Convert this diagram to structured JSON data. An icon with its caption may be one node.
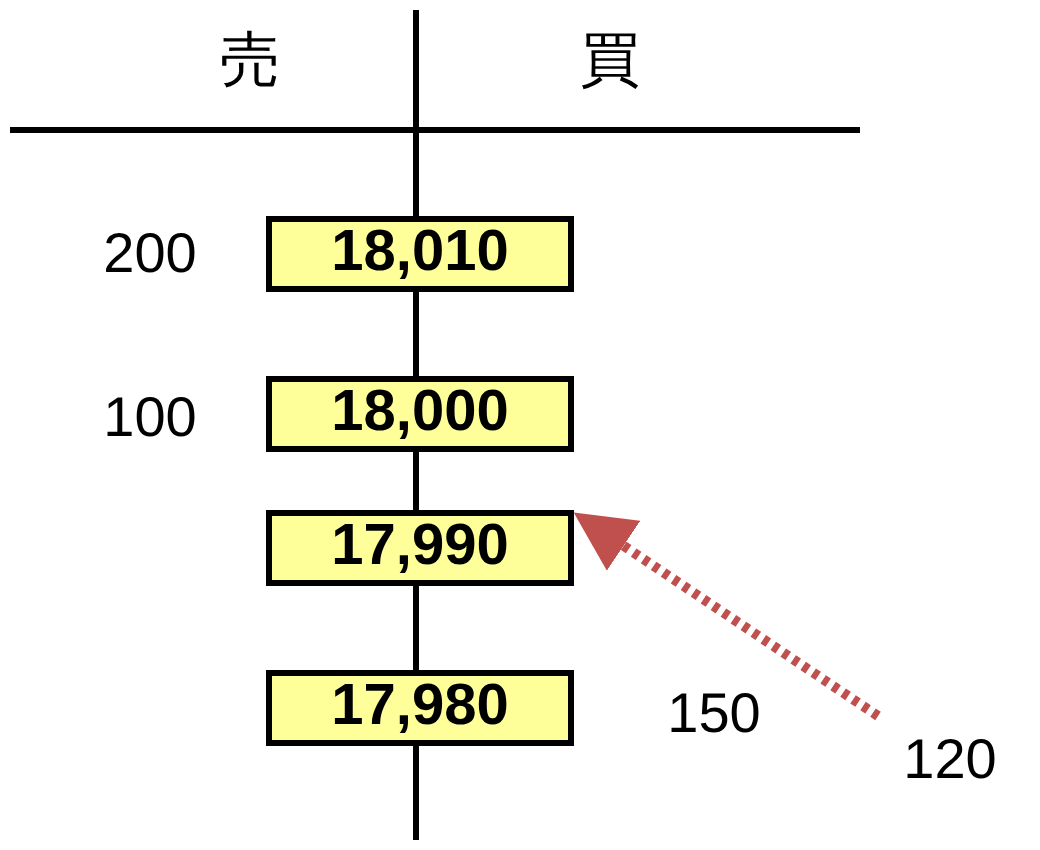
{
  "diagram": {
    "nodes": [
      {
        "text": [
          "18,010"
        ]
      },
      {
        "text": [
          "18,000"
        ]
      },
      {
        "text": [
          "17,990"
        ]
      },
      {
        "text": [
          "17,980"
        ]
      },
      {
        "text": [
          "120"
        ]
      }
    ],
    "edges": [
      {
        "from": 4,
        "to": 2,
        "arrow": "to",
        "style": "dashed",
        "color": "#c0504d"
      }
    ],
    "labels": [
      "売",
      "買",
      "200",
      "100",
      "150"
    ]
  }
}
